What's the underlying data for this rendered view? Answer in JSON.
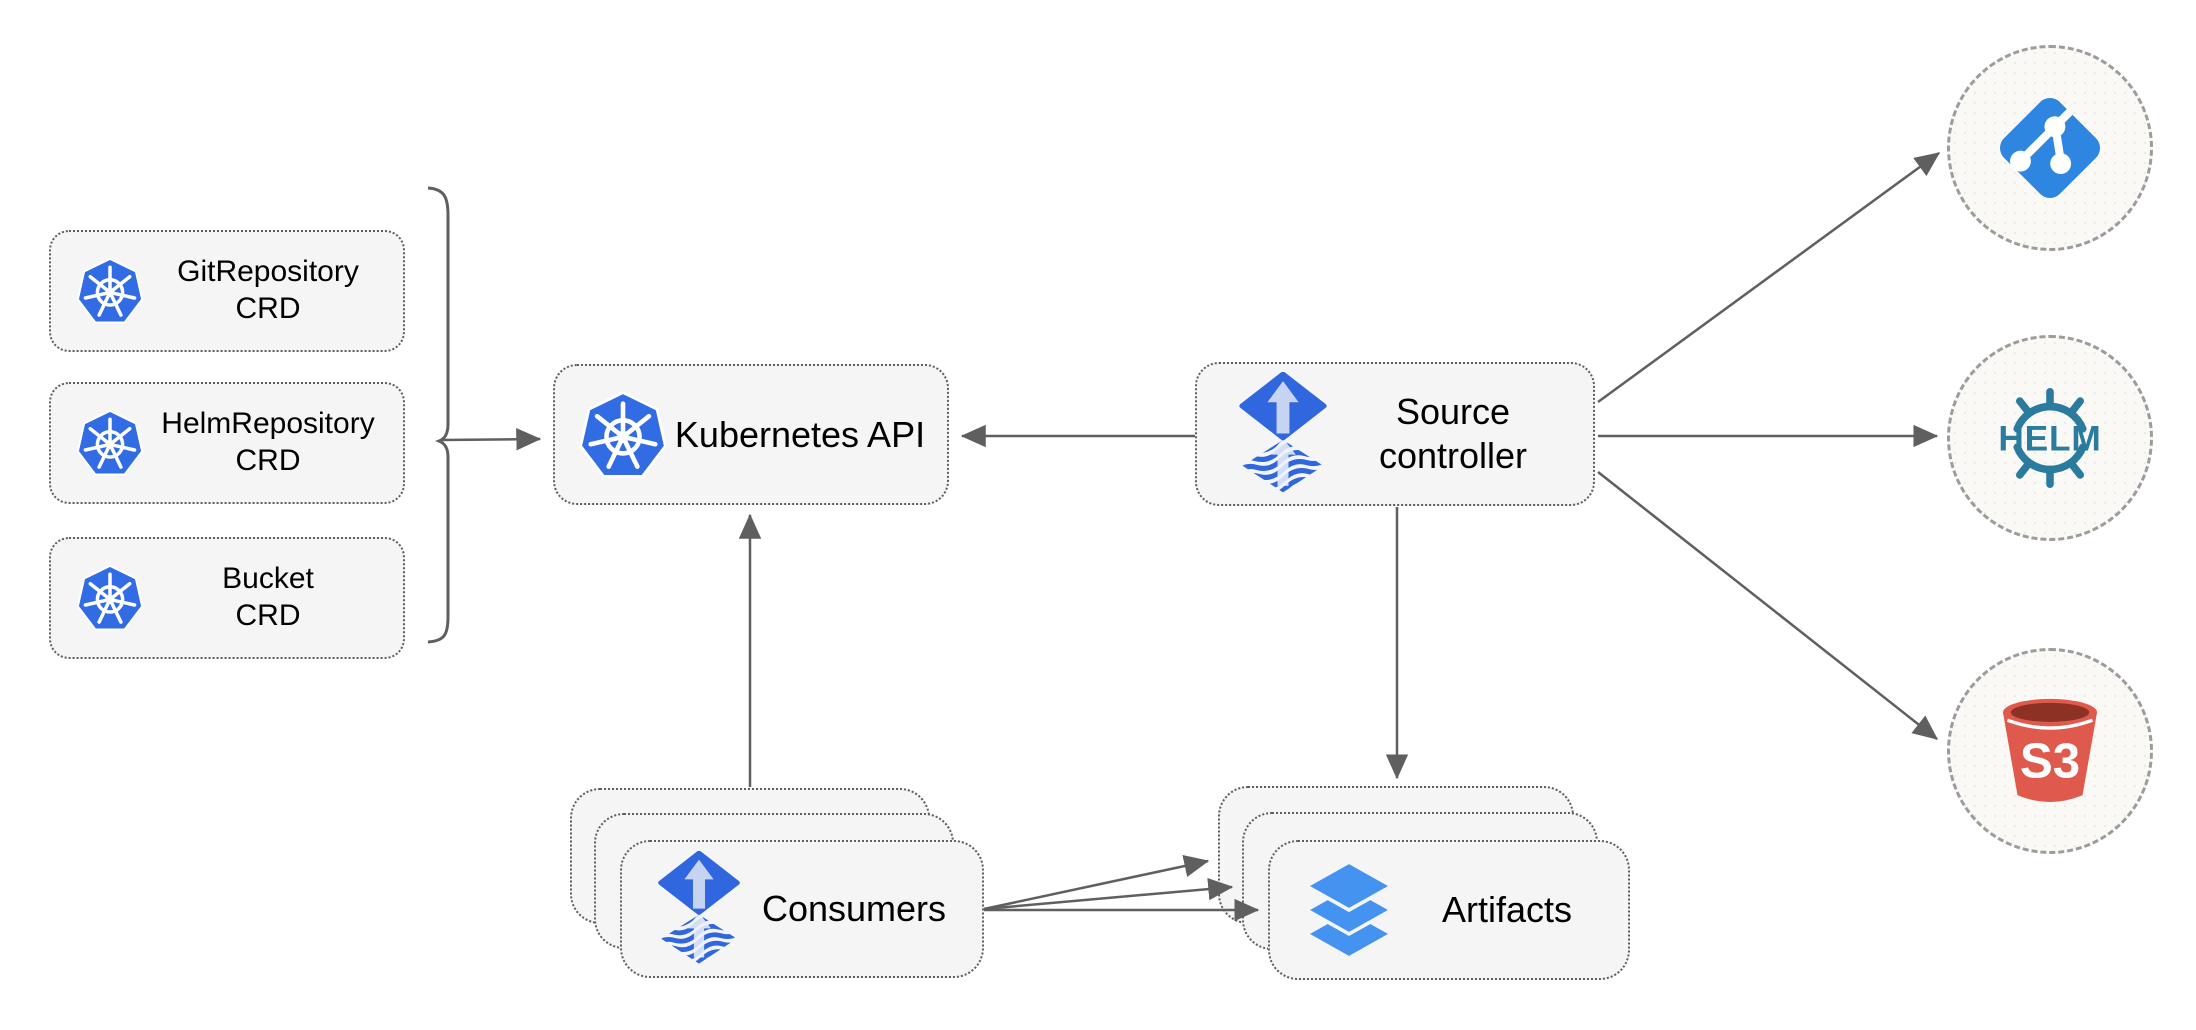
{
  "diagram": {
    "crds": [
      {
        "line1": "GitRepository",
        "line2": "CRD"
      },
      {
        "line1": "HelmRepository",
        "line2": "CRD"
      },
      {
        "line1": "Bucket",
        "line2": "CRD"
      }
    ],
    "kubernetes_api": {
      "label": "Kubernetes API"
    },
    "source_controller": {
      "line1": "Source",
      "line2": "controller"
    },
    "consumers": {
      "label": "Consumers"
    },
    "artifacts": {
      "label": "Artifacts"
    },
    "external_targets": {
      "git": {
        "icon": "git-icon"
      },
      "helm": {
        "icon": "helm-icon",
        "logo_text": "HELM"
      },
      "s3": {
        "icon": "s3-bucket-icon",
        "logo_text": "S3"
      }
    },
    "colors": {
      "kubernetes_blue": "#326CE5",
      "flux_blue": "#3066DE",
      "flux_arrow_light": "#C7D3F2",
      "git_blue": "#2E86E0",
      "helm_teal": "#2A7B9D",
      "s3_red": "#DF5A4C",
      "s3_dark_red": "#8C3123",
      "layers_blue": "#4593F0",
      "edge_gray": "#5F5F5F",
      "node_fill": "#F5F5F5",
      "circle_fill": "#FAF9F5"
    }
  }
}
